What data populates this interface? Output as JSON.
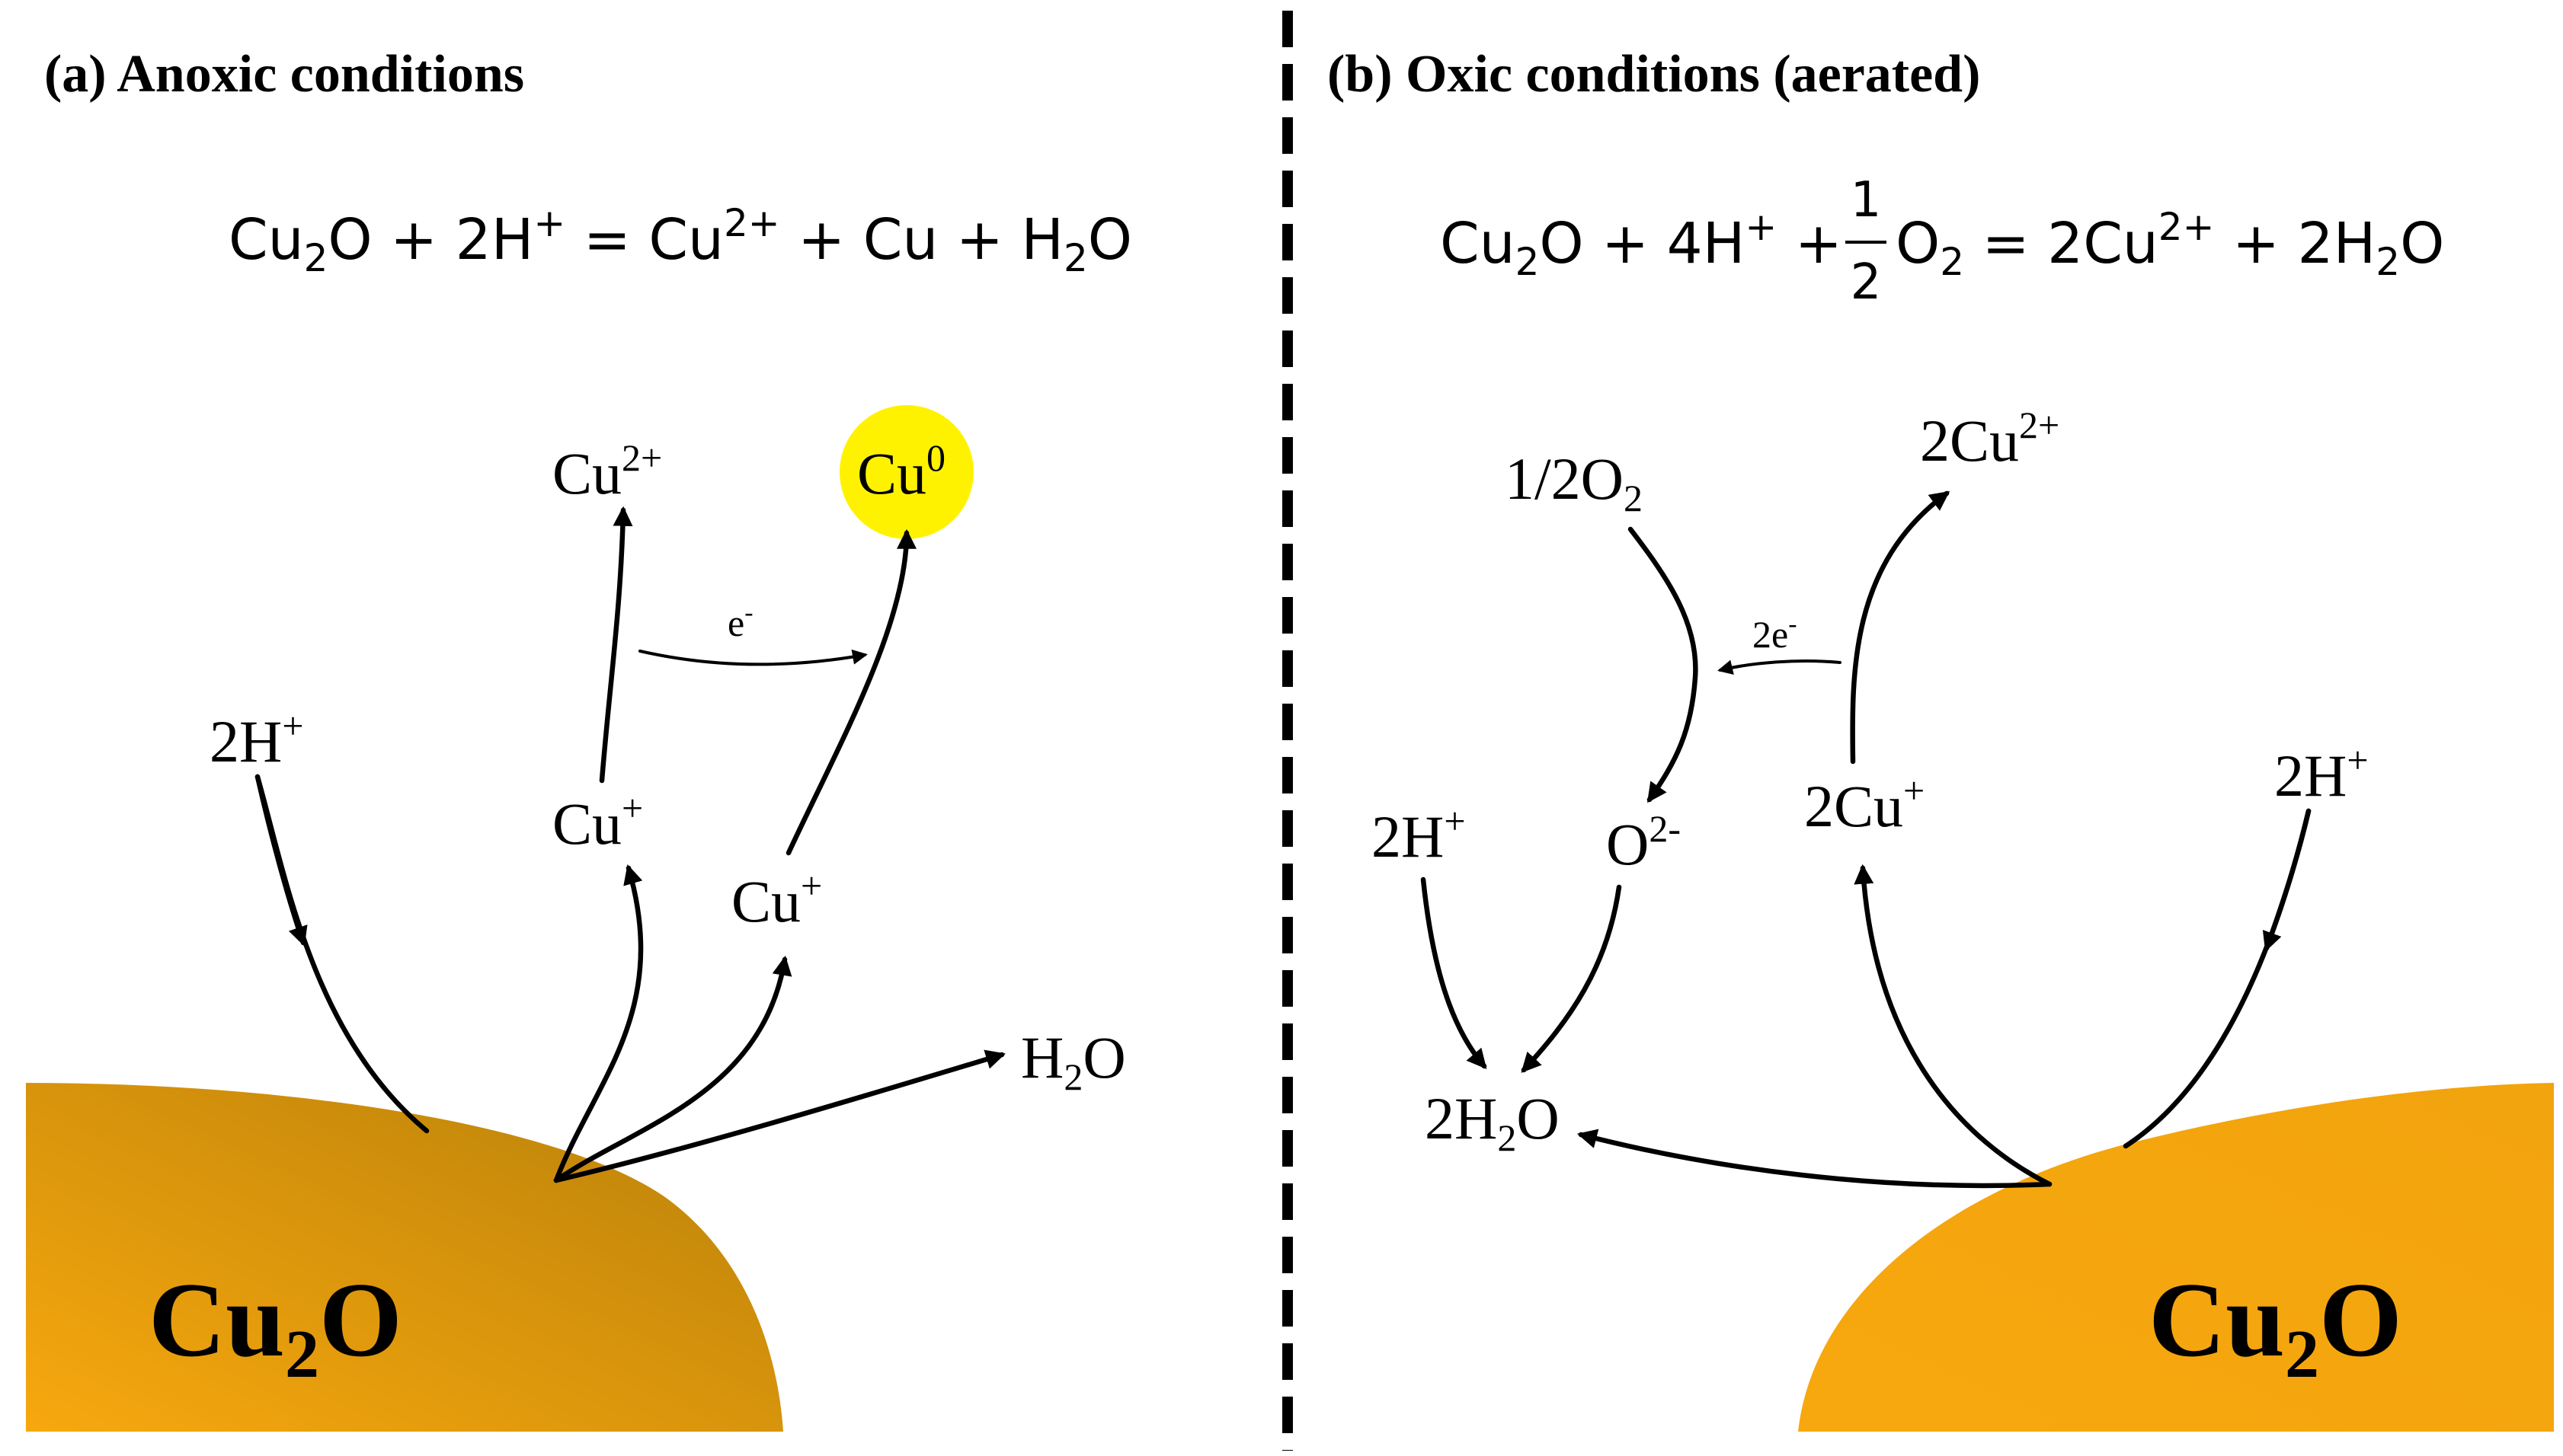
{
  "panel_a": {
    "title": "(a) Anoxic conditions",
    "equation": {
      "cu": "Cu",
      "sub1": "2",
      "o_plus_2h": "O + 2H",
      "sup1": "+",
      "eq_cu": " = Cu",
      "sup2": "2+",
      "plus_cu_h": " + Cu + H",
      "sub2": "2",
      "o": "O"
    },
    "labels": {
      "cu2_base": "Cu",
      "cu2_sup": "2+",
      "cu0_base": "Cu",
      "cu0_sup": "0",
      "e_base": "e",
      "e_sup": "-",
      "h2_base": "2H",
      "h2_sup": "+",
      "cu1a_base": "Cu",
      "cu1a_sup": "+",
      "cu1b_base": "Cu",
      "cu1b_sup": "+",
      "water_h": "H",
      "water_sub": "2",
      "water_o": "O"
    },
    "solid": {
      "base": "Cu",
      "sub": "2",
      "o": "O"
    }
  },
  "panel_b": {
    "title": "(b) Oxic conditions (aerated)",
    "equation": {
      "cu": "Cu",
      "sub1": "2",
      "o_plus_4h": "O + 4H",
      "sup1": "+",
      "plus": " + ",
      "frac_num": "1",
      "frac_den": "2",
      "o2": "O",
      "sub2": "2",
      "eq_2cu": " = 2Cu",
      "sup2": "2+",
      "plus_2h": " + 2H",
      "sub3": "2",
      "o": "O"
    },
    "labels": {
      "o2_base": "1/2O",
      "o2_sub": "2",
      "cu2_base": "2Cu",
      "cu2_sup": "2+",
      "e_base": "2e",
      "e_sup": "-",
      "h_left_base": "2H",
      "h_left_sup": "+",
      "o2m_base": "O",
      "o2m_sup": "2-",
      "cu1_base": "2Cu",
      "cu1_sup": "+",
      "h_right_base": "2H",
      "h_right_sup": "+",
      "water_2h": "2H",
      "water_sub": "2",
      "water_o": "O"
    },
    "solid": {
      "base": "Cu",
      "sub": "2",
      "o": "O"
    }
  },
  "colors": {
    "solid_light": "#F7A80E",
    "solid_dark": "#B8800A",
    "cu0_highlight": "#FFF200",
    "divider": "#000000"
  }
}
